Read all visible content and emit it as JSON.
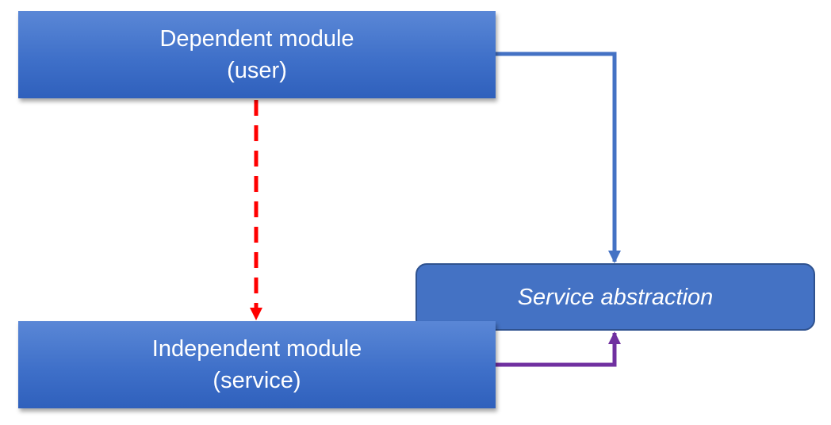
{
  "diagram": {
    "dependent_module": {
      "line1": "Dependent module",
      "line2": "(user)"
    },
    "independent_module": {
      "line1": "Independent module",
      "line2": "(service)"
    },
    "service_abstraction": {
      "label": "Service abstraction"
    },
    "colors": {
      "module_fill": "#4472c4",
      "abstraction_fill": "#4472c4",
      "abstraction_border": "#2f528f",
      "dependent_to_abstraction_arrow": "#4472c4",
      "service_to_abstraction_arrow": "#7030a0",
      "dependent_to_service_dashed_arrow": "#ff0000"
    }
  }
}
